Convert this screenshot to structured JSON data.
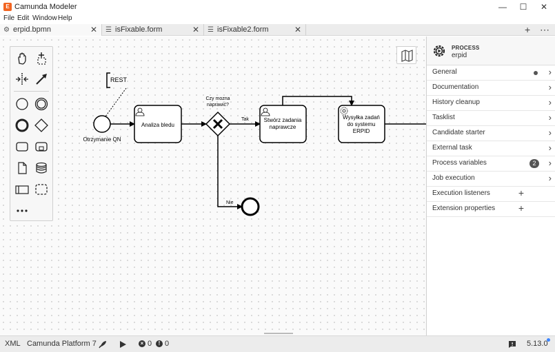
{
  "app": {
    "title": "Camunda Modeler",
    "icon_letter": "E"
  },
  "window_controls": {
    "minimize": "—",
    "maximize": "☐",
    "close": "✕"
  },
  "menu": [
    "File",
    "Edit",
    "Window",
    "Help"
  ],
  "tabs": [
    {
      "label": "erpid.bpmn",
      "icon": "gear-icon",
      "active": true,
      "close": "✕"
    },
    {
      "label": "isFixable.form",
      "icon": "form-icon",
      "active": false,
      "close": "✕"
    },
    {
      "label": "isFixable2.form",
      "icon": "form-icon",
      "active": false,
      "close": "✕"
    }
  ],
  "tab_actions": {
    "add": "+",
    "more": "⋯"
  },
  "diagram": {
    "annotation": "REST",
    "start_event": "Otrzymanie QN",
    "task1": "Analiza bledu",
    "gateway": [
      "Czy mozna",
      "naprawić?"
    ],
    "flow_yes": "Tak",
    "flow_no": "Nie",
    "task2": [
      "Stwórz zadania",
      "naprawcze"
    ],
    "task3": [
      "Wysyłka zadań",
      "do systemu",
      "ERPID"
    ]
  },
  "properties": {
    "type": "PROCESS",
    "name": "erpid",
    "groups": [
      {
        "label": "General",
        "indicator": "dot"
      },
      {
        "label": "Documentation"
      },
      {
        "label": "History cleanup"
      },
      {
        "label": "Tasklist"
      },
      {
        "label": "Candidate starter"
      },
      {
        "label": "External task"
      },
      {
        "label": "Process variables",
        "badge": "2"
      },
      {
        "label": "Job execution"
      },
      {
        "label": "Execution listeners",
        "add": "+"
      },
      {
        "label": "Extension properties",
        "add": "+"
      }
    ]
  },
  "status": {
    "xml": "XML",
    "platform": "Camunda Platform 7",
    "errors": "0",
    "warnings": "0",
    "version": "5.13.0"
  }
}
